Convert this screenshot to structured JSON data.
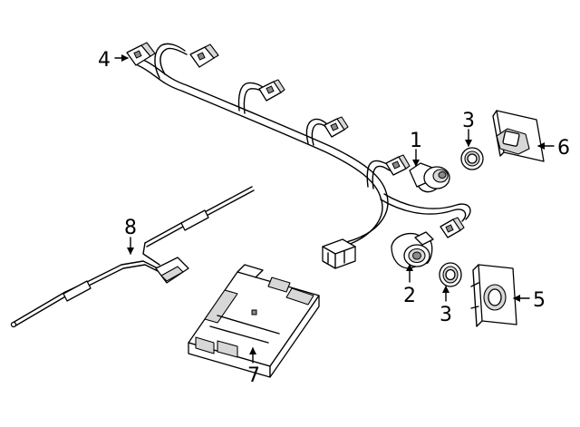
{
  "callouts": [
    {
      "id": "c1",
      "text": "1"
    },
    {
      "id": "c2",
      "text": "2"
    },
    {
      "id": "c3a",
      "text": "3"
    },
    {
      "id": "c3b",
      "text": "3"
    },
    {
      "id": "c4",
      "text": "4"
    },
    {
      "id": "c5",
      "text": "5"
    },
    {
      "id": "c6",
      "text": "6"
    },
    {
      "id": "c7",
      "text": "7"
    },
    {
      "id": "c8",
      "text": "8"
    }
  ]
}
